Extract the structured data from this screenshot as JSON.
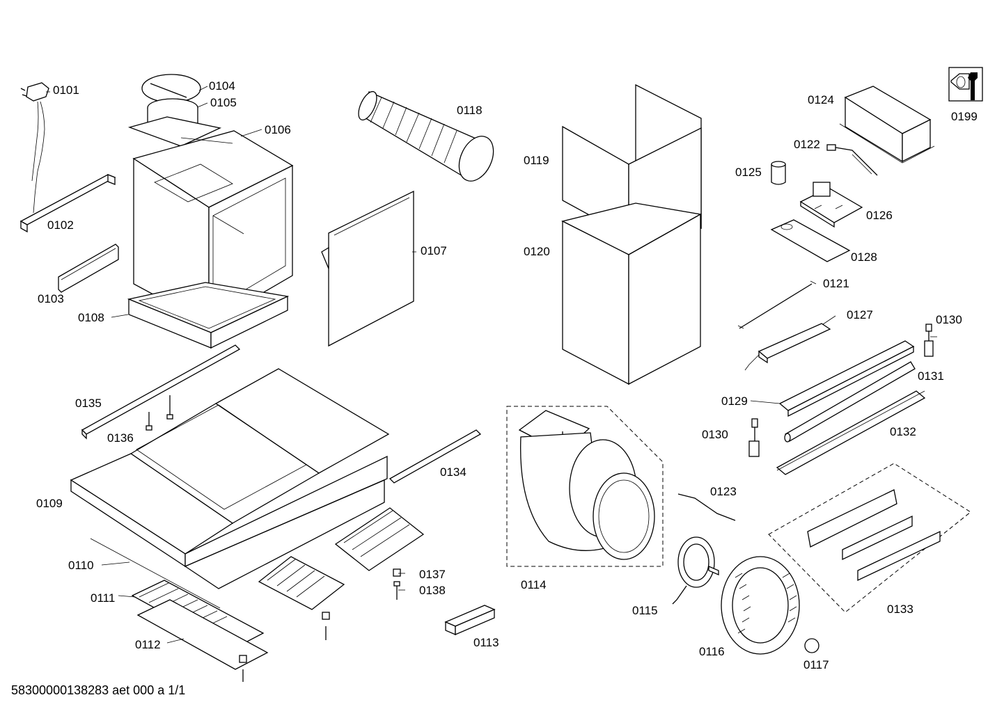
{
  "labels": {
    "p0101": "0101",
    "p0102": "0102",
    "p0103": "0103",
    "p0104": "0104",
    "p0105": "0105",
    "p0106": "0106",
    "p0107": "0107",
    "p0108": "0108",
    "p0109": "0109",
    "p0110": "0110",
    "p0111": "0111",
    "p0112": "0112",
    "p0113": "0113",
    "p0114": "0114",
    "p0115": "0115",
    "p0116": "0116",
    "p0117": "0117",
    "p0118": "0118",
    "p0119": "0119",
    "p0120": "0120",
    "p0121": "0121",
    "p0122": "0122",
    "p0123": "0123",
    "p0124": "0124",
    "p0125": "0125",
    "p0126": "0126",
    "p0127": "0127",
    "p0128": "0128",
    "p0129": "0129",
    "p0130a": "0130",
    "p0130b": "0130",
    "p0131": "0131",
    "p0132": "0132",
    "p0133": "0133",
    "p0134": "0134",
    "p0135": "0135",
    "p0136": "0136",
    "p0137": "0137",
    "p0138": "0138",
    "p0199": "0199"
  },
  "footer": "58300000138283 aet 000 a 1/1",
  "icons": {
    "service": "wrench-icon"
  }
}
